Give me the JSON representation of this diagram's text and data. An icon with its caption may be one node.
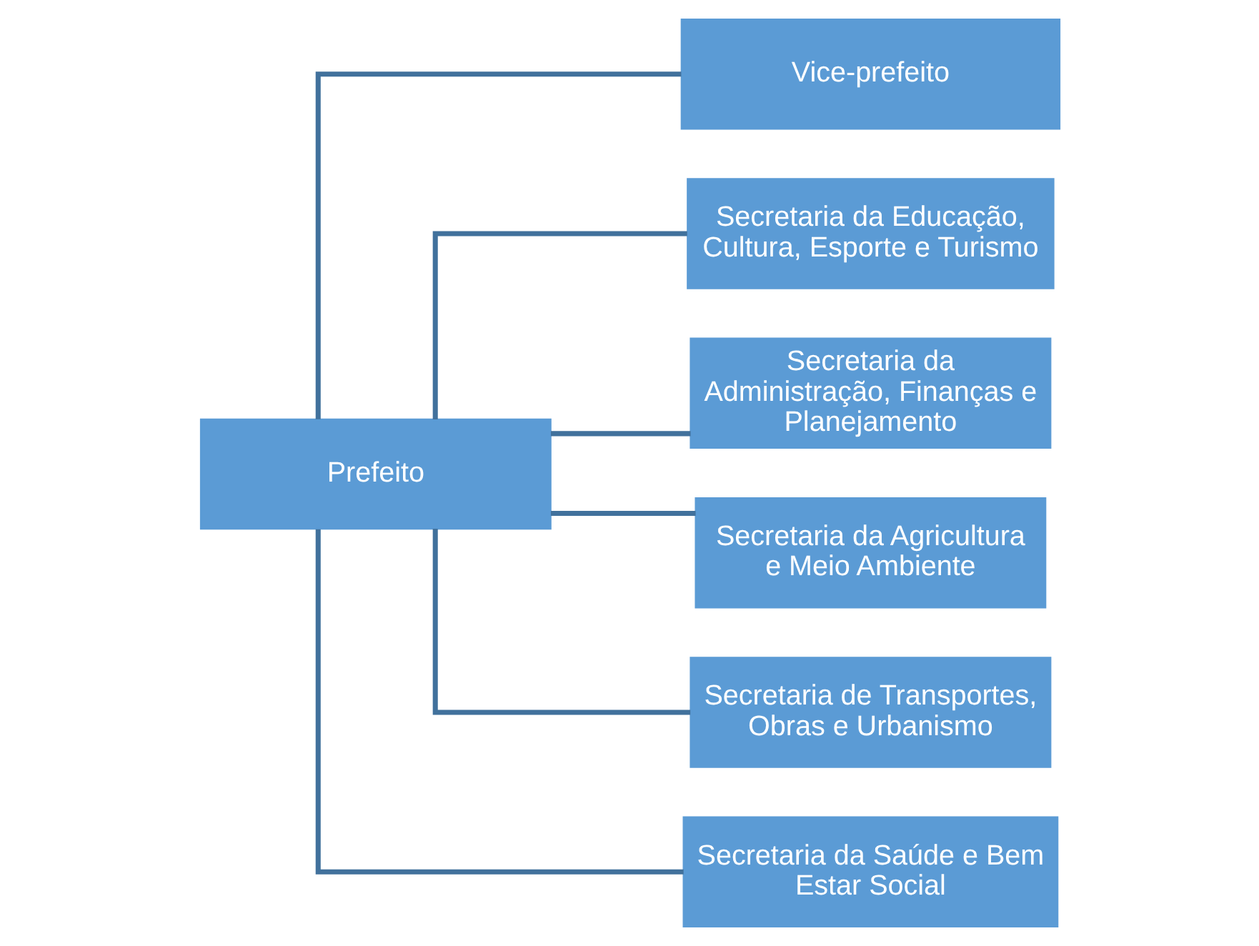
{
  "diagram": {
    "nodes": [
      {
        "text": [
          "Vice-prefeito"
        ]
      },
      {
        "text": [
          "Prefeito"
        ]
      },
      {
        "text": [
          "Secretaria da Educação, Cultura, Esporte e Turismo"
        ]
      },
      {
        "text": [
          "Secretaria da Administração, Finanças e Planejamento"
        ]
      },
      {
        "text": [
          "Secretaria da Agricultura e Meio Ambiente"
        ]
      },
      {
        "text": [
          "Secretaria de Transportes, Obras e Urbanismo"
        ]
      },
      {
        "text": [
          "Secretaria da Saúde e Bem Estar Social"
        ]
      }
    ],
    "edges": [
      {
        "from": 1,
        "to": 0,
        "arrow": "none"
      },
      {
        "from": 1,
        "to": 2,
        "arrow": "none"
      },
      {
        "from": 1,
        "to": 3,
        "arrow": "none"
      },
      {
        "from": 1,
        "to": 4,
        "arrow": "none"
      },
      {
        "from": 1,
        "to": 5,
        "arrow": "none"
      },
      {
        "from": 1,
        "to": 6,
        "arrow": "none"
      }
    ]
  }
}
